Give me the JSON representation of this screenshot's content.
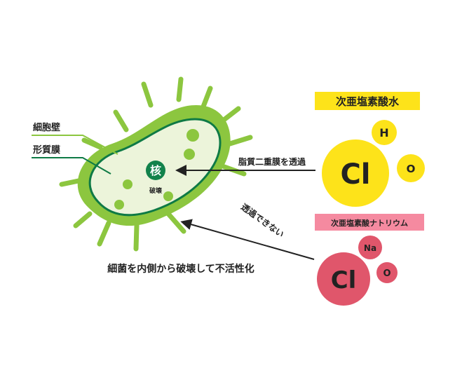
{
  "labels": {
    "cell_wall": "細胞壁",
    "membrane": "形質膜",
    "nucleus": "核",
    "destroy": "破壊",
    "pass_through": "脂質二重膜を透過",
    "cannot_pass": "透過できない",
    "caption": "細菌を内側から破壊して不活性化"
  },
  "hypochlorous": {
    "title": "次亜塩素酸水",
    "cl": "Cl",
    "h": "H",
    "o": "O",
    "color": "#fde31a",
    "banner_color": "#fde31a"
  },
  "hypochlorite": {
    "title": "次亜塩素酸ナトリウム",
    "cl": "Cl",
    "na": "Na",
    "o": "O",
    "color": "#e0566b",
    "banner_color": "#f58aa0"
  },
  "colors": {
    "bacteria_outer": "#8cc63f",
    "bacteria_inner": "#ecf4da",
    "membrane_line": "#0e7a45",
    "nucleus": "#12824b",
    "text": "#222222"
  }
}
